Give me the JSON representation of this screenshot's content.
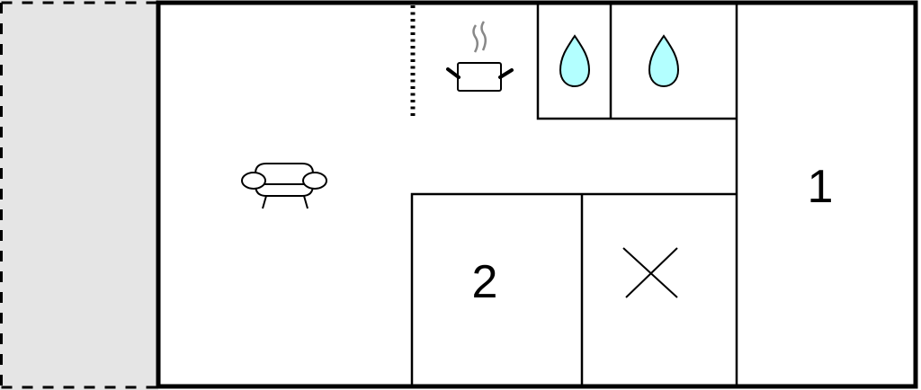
{
  "diagram": {
    "type": "floor-plan",
    "colors": {
      "wall": "#000000",
      "background": "#ffffff",
      "terrace": "#e5e5e5",
      "water": "#b3ffff",
      "steam": "#888888"
    },
    "rooms": [
      {
        "id": "living-room",
        "icon": "sofa-icon",
        "label": ""
      },
      {
        "id": "kitchen",
        "icon": "cooking-pot-icon",
        "label": ""
      },
      {
        "id": "bathroom-1",
        "icon": "water-drop-icon",
        "label": ""
      },
      {
        "id": "bathroom-2",
        "icon": "water-drop-icon",
        "label": ""
      },
      {
        "id": "bedroom-1",
        "icon": "",
        "label": "1"
      },
      {
        "id": "bedroom-2",
        "icon": "",
        "label": "2"
      },
      {
        "id": "storage",
        "icon": "cross-icon",
        "label": ""
      },
      {
        "id": "terrace",
        "icon": "",
        "label": ""
      }
    ],
    "labels": {
      "bedroom_1": "1",
      "bedroom_2": "2"
    }
  }
}
